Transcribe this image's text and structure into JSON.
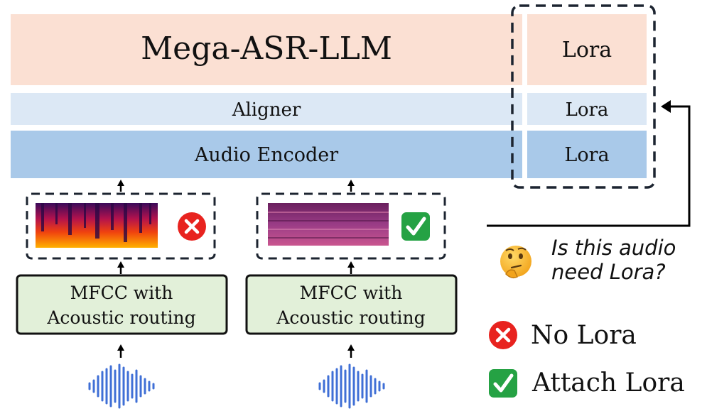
{
  "layers": {
    "llm": {
      "label": "Mega-ASR-LLM",
      "lora": "Lora"
    },
    "aligner": {
      "label": "Aligner",
      "lora": "Lora"
    },
    "encoder": {
      "label": "Audio Encoder",
      "lora": "Lora"
    }
  },
  "branches": [
    {
      "block_line1": "MFCC with",
      "block_line2": "Acoustic routing",
      "status": "reject"
    },
    {
      "block_line1": "MFCC with",
      "block_line2": "Acoustic routing",
      "status": "accept"
    }
  ],
  "question": {
    "line1": "Is this audio",
    "line2": "need Lora?"
  },
  "legend": {
    "no_lora": "No Lora",
    "attach_lora": "Attach Lora"
  },
  "colors": {
    "llm": "#fbe0d3",
    "aligner": "#dce8f5",
    "encoder": "#a9c9e9",
    "mfcc_fill": "#e2f0d9",
    "reject": "#e8231f",
    "accept": "#25a244",
    "waveform": "#3f6fd6"
  },
  "icons": [
    "cross-mark-icon",
    "check-mark-icon",
    "thinking-face-icon",
    "waveform-icon",
    "spectrogram-icon"
  ]
}
